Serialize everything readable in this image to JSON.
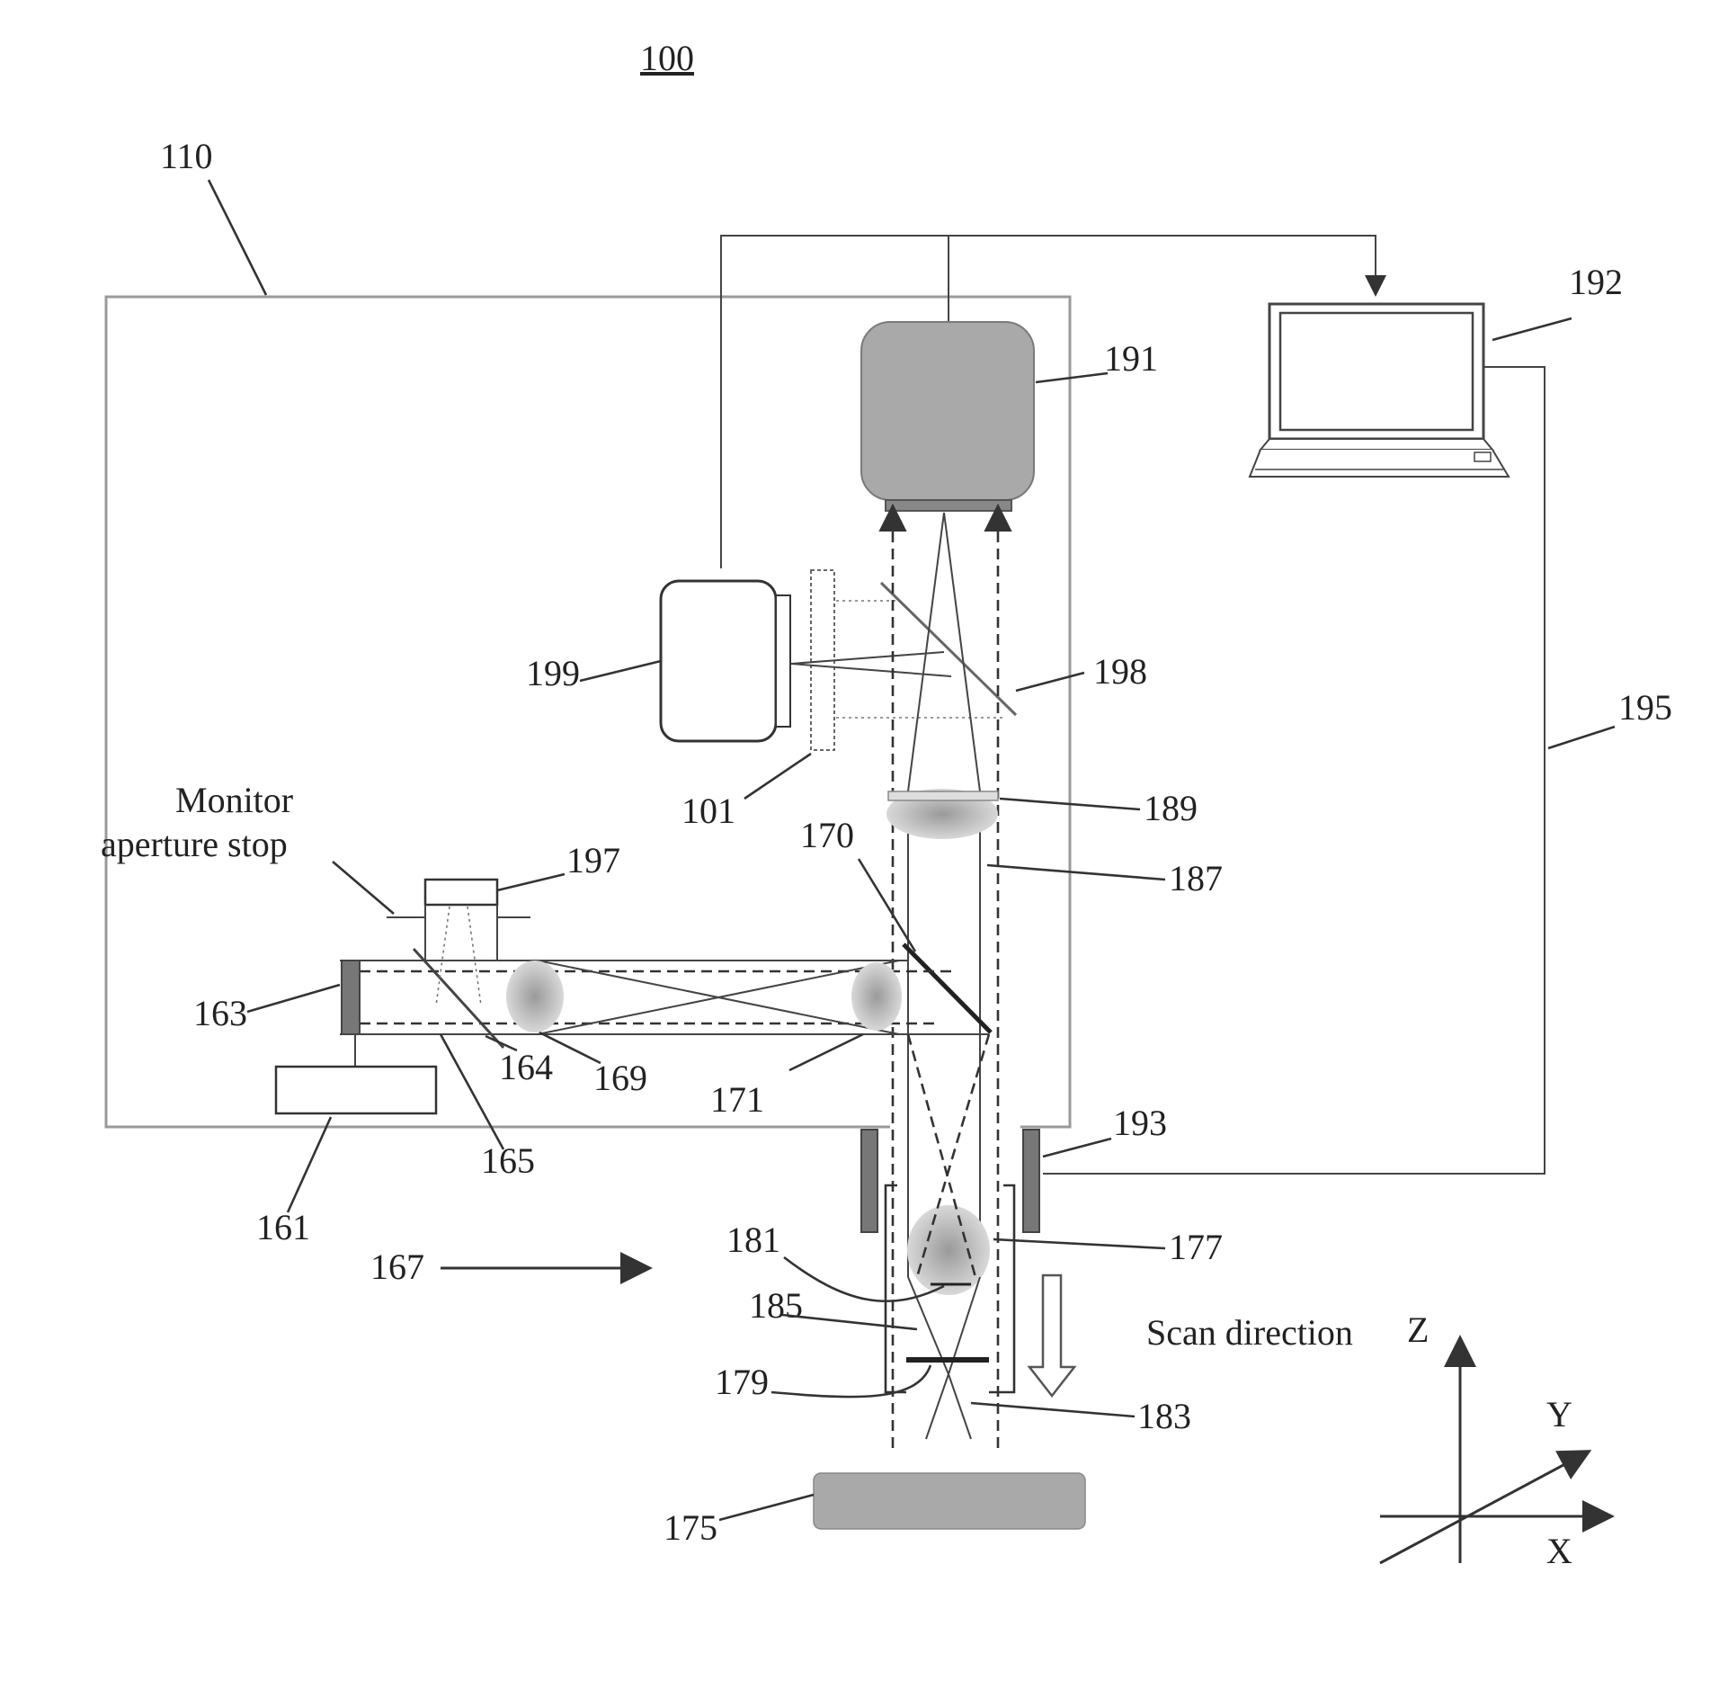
{
  "figure_number": "100",
  "labels": {
    "l110": "110",
    "l192": "192",
    "l191": "191",
    "l199": "199",
    "l198": "198",
    "l195": "195",
    "l101": "101",
    "l189": "189",
    "l170": "170",
    "l187": "187",
    "monitor_line1": "Monitor",
    "monitor_line2": "aperture stop",
    "l197": "197",
    "l163": "163",
    "l164": "164",
    "l169": "169",
    "l171": "171",
    "l165": "165",
    "l193": "193",
    "l161": "161",
    "l181": "181",
    "l177": "177",
    "l167": "167",
    "l185": "185",
    "scan_direction": "Scan direction",
    "l179": "179",
    "l183": "183",
    "l175": "175",
    "axis_z": "Z",
    "axis_y": "Y",
    "axis_x": "X"
  }
}
